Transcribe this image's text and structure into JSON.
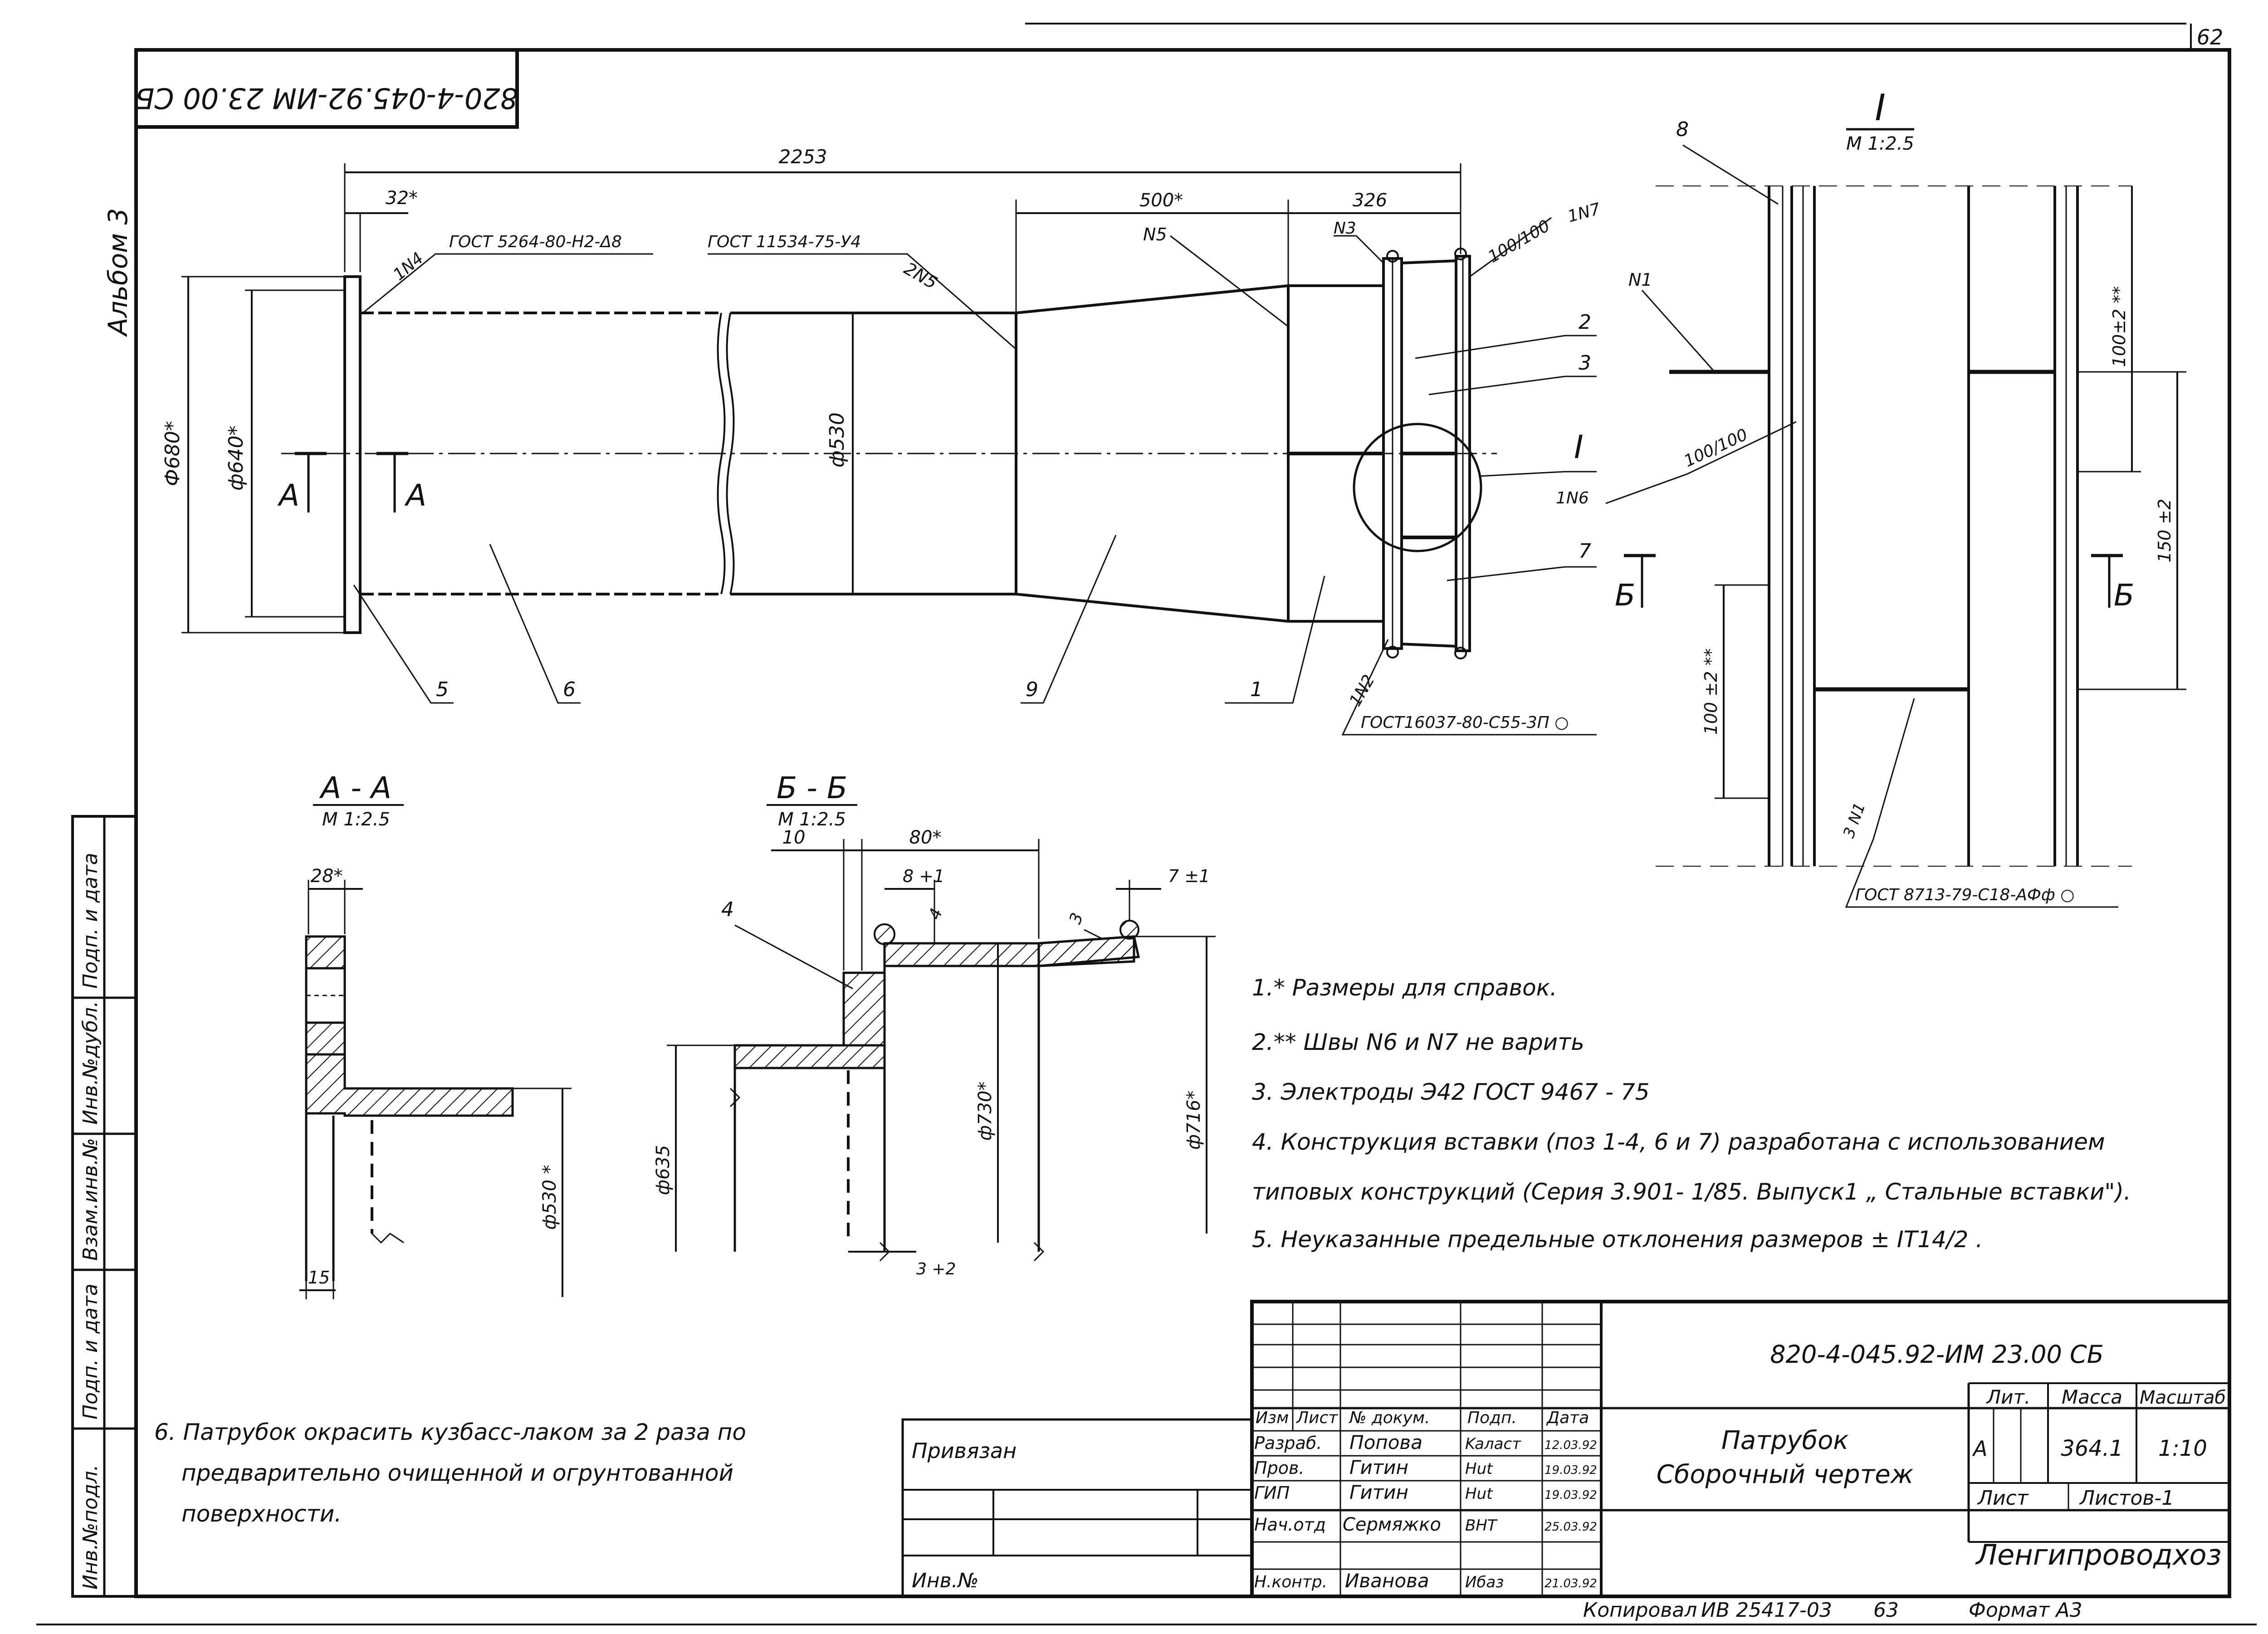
{
  "sheet_number": "62",
  "doc_code": "820-4-045.92-ИМ 23.00 СБ",
  "doc_code_rotated": "820-4-045.92-ИМ 23.00 СБ",
  "album": "Альбом 3",
  "left_stamp": [
    "Подп. и дата",
    "Инв.№дубл.",
    "Взам.инв.№",
    "Подп. и дата",
    "Инв.№подл."
  ],
  "main_view": {
    "dims": {
      "overall_length": "2253",
      "flange_width": "32*",
      "reducer_length": "500*",
      "end_length": "326",
      "dia_680": "Ф680*",
      "dia_640": "ф640*",
      "dia_530": "ф530"
    },
    "callouts": {
      "weld_1n4": "1N4",
      "gost_flange": "ГОСТ 5264-80-Н2-Δ8",
      "gost_pipe": "ГОСТ 11534-75-У4",
      "weld_2n5": "2N5",
      "weld_n5": "N5",
      "weld_n3": "N3",
      "weld_100_top": "100/100",
      "weld_1n7": "1N7",
      "pos_2": "2",
      "pos_3": "3",
      "section_I": "I",
      "weld_1n6": "1N6",
      "pos_7": "7",
      "weld_1n2": "1N2",
      "gost_16037": "ГОСТ16037-80-С55-3П ○",
      "pos_5": "5",
      "pos_6": "6",
      "pos_9": "9",
      "pos_1": "1",
      "section_A_left": "A",
      "section_A_right": "A"
    }
  },
  "detail_I": {
    "title": "I",
    "scale": "М 1:2.5",
    "pos_8": "8",
    "weld_n1": "N1",
    "weld_100": "100/100",
    "dim_100_top": "100±2 **",
    "dim_150": "150 ±2",
    "dim_100_bottom": "100 ±2 **",
    "weld_3n1": "3 N1",
    "gost_8713": "ГОСТ 8713-79-С18-АФф ○",
    "section_B_left": "Б",
    "section_B_right": "Б"
  },
  "section_AA": {
    "title": "А - А",
    "scale": "М 1:2.5",
    "dim_28": "28*",
    "dim_530": "ф530 *",
    "dim_15": "15"
  },
  "section_BB": {
    "title": "Б - Б",
    "scale": "М 1:2.5",
    "dim_10": "10",
    "dim_80": "80*",
    "dim_8": "8 +1",
    "dim_4": "4",
    "dim_3": "3",
    "dim_7": "7 ±1",
    "dim_635": "ф635",
    "dim_730": "ф730*",
    "dim_716": "ф716*",
    "dim_3_bottom": "3 +2",
    "pos_4": "4"
  },
  "notes": [
    "1.* Размеры для справок.",
    "2.** Швы N6 и N7 не варить",
    "3. Электроды Э42 ГОСТ 9467 - 75",
    "4. Конструкция вставки (поз 1-4, 6 и 7) разработана с использованием",
    "типовых конструкций (Серия 3.901- 1/85. Выпуск1 „ Стальные вставки\").",
    "5. Неуказанные предельные отклонения размеров ± IT14/2 ."
  ],
  "note_6": [
    "6. Патрубок окрасить кузбасс-лаком за 2 раза по",
    "предварительно очищенной и огрунтованной",
    "поверхности."
  ],
  "binding": {
    "label": "Привязан",
    "inv": "Инв.№"
  },
  "title_block": {
    "doc_code": "820-4-045.92-ИМ 23.00 СБ",
    "headers": [
      "Изм",
      "Лист",
      "№ докум.",
      "Подп.",
      "Дата"
    ],
    "rows": [
      {
        "role": "Разраб.",
        "name": "Попова",
        "sign": "Kaласт",
        "date": "12.03.92"
      },
      {
        "role": "Пров.",
        "name": "Гитин",
        "sign": "Hut",
        "date": "19.03.92"
      },
      {
        "role": "ГИП",
        "name": "Гитин",
        "sign": "Hut",
        "date": "19.03.92"
      },
      {
        "role": "Нач.отд",
        "name": "Сермяжко",
        "sign": "BHT",
        "date": "25.03.92"
      },
      {
        "role": "Н.контр.",
        "name": "Иванова",
        "sign": "Ибаз",
        "date": "21.03.92"
      }
    ],
    "name_line1": "Патрубок",
    "name_line2": "Сборочный чертеж",
    "lit_label": "Лит.",
    "mass_label": "Масса",
    "scale_label": "Масштаб",
    "lit_value": "А",
    "mass_value": "364.1",
    "scale_value": "1:10",
    "sheet_label": "Лист",
    "sheets_label": "Листов-1",
    "org": "Ленгипроводхоз"
  },
  "footer": {
    "copied": "Копировал",
    "copied_id": "ИВ 25417-03",
    "copied_num": "63",
    "format": "Формат А3"
  }
}
